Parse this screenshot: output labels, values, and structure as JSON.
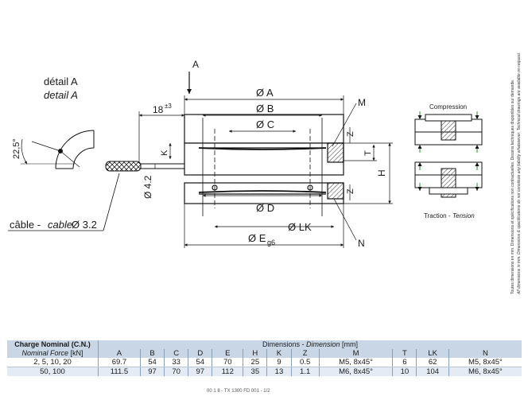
{
  "drawing": {
    "detail_title": "détail A",
    "detail_title_en": "detail A",
    "section_marker": "A",
    "angle_label": "22,5°",
    "cable_label": "câble -",
    "cable_label_en": "cable",
    "cable_diameter": "Ø 3.2",
    "dim_18": "18",
    "dim_18_tol": "±3",
    "dim_A": "Ø A",
    "dim_B": "Ø B",
    "dim_C": "Ø C",
    "dim_D": "Ø D",
    "dim_LK": "Ø LK",
    "dim_E": "Ø E",
    "dim_E_sub": "g6",
    "dim_K": "K",
    "dim_42": "Ø 4.2",
    "dim_T": "T",
    "dim_H": "H",
    "dim_Z": "Z",
    "label_M": "M",
    "label_N": "N",
    "compression_label": "Compression",
    "traction_label": "Traction -",
    "tension_label": "Tension"
  },
  "side_note": {
    "line_fr": "Toutes dimensions en mm. Dimensions et spécifications non contractuelles. Dessins techniques disponibles sur demande.",
    "line_en": "All dimensions in mm. Dimensions & specifications do not constitute any liability whatsoever. Technical drawings are available on request."
  },
  "table": {
    "label_header_fr": "Charge Nominal (C.N.)",
    "label_header_en": "Nominal Force",
    "label_header_unit": "[kN]",
    "dims_header_fr": "Dimensions -",
    "dims_header_en": "Dimension",
    "dims_header_unit": "[mm]",
    "columns": [
      "A",
      "B",
      "C",
      "D",
      "E",
      "H",
      "K",
      "Z",
      "M",
      "T",
      "LK",
      "N"
    ],
    "rows": [
      {
        "force": "2, 5, 10, 20",
        "values": [
          "69.7",
          "54",
          "33",
          "54",
          "70",
          "25",
          "9",
          "0.5",
          "M5, 8x45°",
          "6",
          "62",
          "M5, 8x45°"
        ]
      },
      {
        "force": "50, 100",
        "values": [
          "111.5",
          "97",
          "70",
          "97",
          "112",
          "35",
          "13",
          "1.1",
          "M6, 8x45°",
          "10",
          "104",
          "M6, 8x45°"
        ]
      }
    ]
  },
  "footer": "00 1 8 - TX 1300 FD 001 - 1/2"
}
